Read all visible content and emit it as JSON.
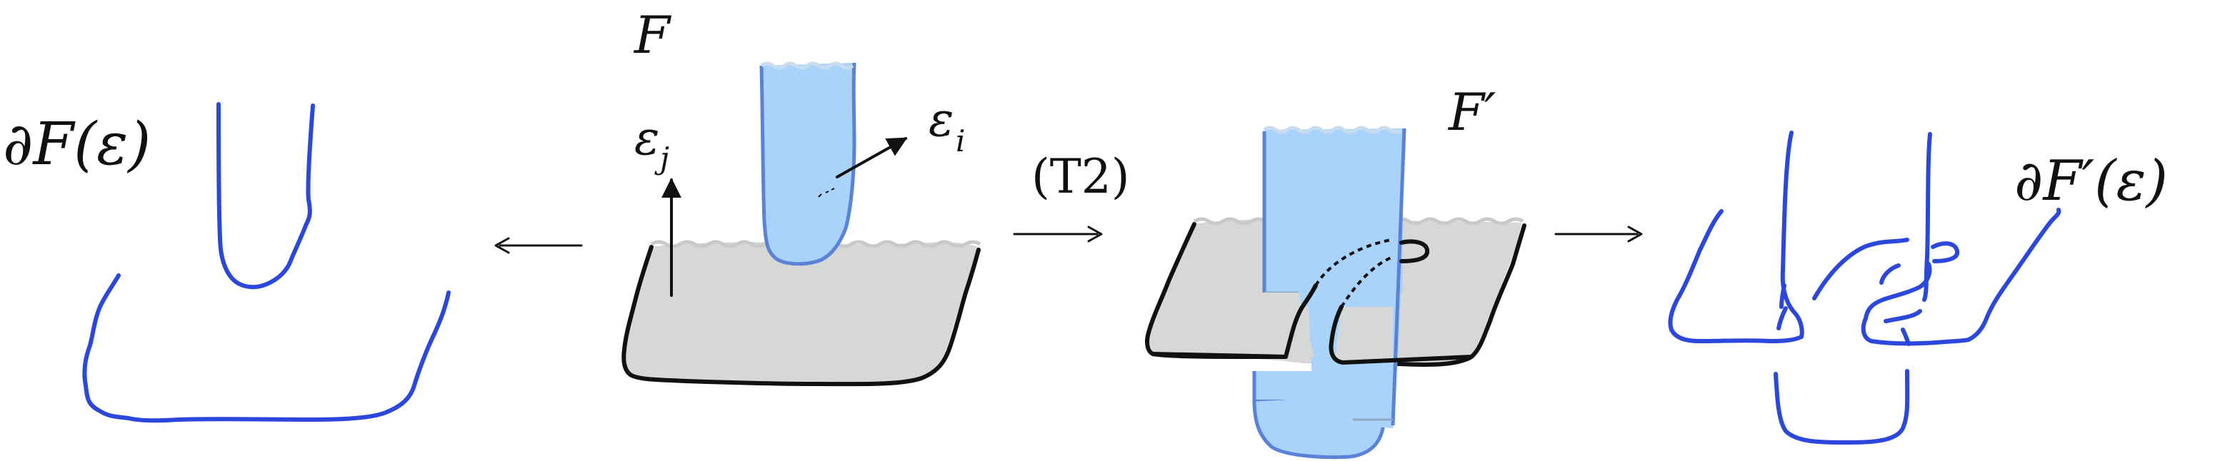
{
  "labels": {
    "boundary_F": "∂F(ε)",
    "surface_F": "F",
    "eps_j": "ε",
    "eps_j_sub": "j",
    "eps_i": "ε",
    "eps_i_sub": "i",
    "move": "(T2)",
    "surface_F_prime": "F′",
    "boundary_F_prime": "∂F′(ε)"
  },
  "colors": {
    "boundary_curve": "#2b47dc",
    "band_fill": "#a9d3fa",
    "band_edge": "#5a82d8",
    "plane_fill": "#d6d8d7",
    "outline": "#111111"
  },
  "icons": {
    "arrow_left": "long-left-arrow",
    "arrow_right_move": "long-right-arrow",
    "arrow_right_result": "long-right-arrow",
    "eps_j_arrow": "up-arrow",
    "eps_i_arrow": "up-right-arrow"
  }
}
